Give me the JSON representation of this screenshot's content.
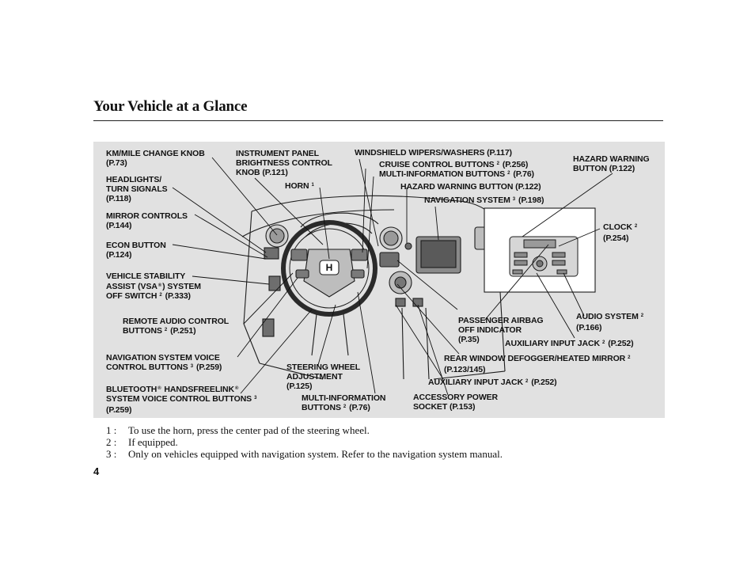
{
  "page": {
    "title": "Your Vehicle at a Glance",
    "number": "4"
  },
  "labels": {
    "km_mile_1": "KM/MILE CHANGE KNOB",
    "km_mile_2": "(P.73)",
    "headlights_1": "HEADLIGHTS/",
    "headlights_2": "TURN SIGNALS",
    "headlights_3": "(P.118)",
    "mirror_1": "MIRROR CONTROLS",
    "mirror_2": "(P.144)",
    "econ_1": "ECON BUTTON",
    "econ_2": "(P.124)",
    "vsa_1": "VEHICLE STABILITY",
    "vsa_2a": "ASSIST (VSA",
    "vsa_2reg": "®",
    "vsa_2b": ") SYSTEM",
    "vsa_3": "OFF SWITCH",
    "vsa_3sup": "2",
    "vsa_3b": "(P.333)",
    "instrument_1": "INSTRUMENT PANEL",
    "instrument_2": "BRIGHTNESS CONTROL",
    "instrument_3": "KNOB (P.121)",
    "horn": "HORN",
    "horn_sup": "1",
    "wipers": "WINDSHIELD WIPERS/WASHERS (P.117)",
    "cruise": "CRUISE CONTROL BUTTONS",
    "cruise_sup": "2",
    "cruise_ref": "(P.256)",
    "multi_info_top": "MULTI-INFORMATION BUTTONS",
    "multi_info_top_sup": "2",
    "multi_info_top_ref": "(P.76)",
    "hazard_center": "HAZARD WARNING BUTTON (P.122)",
    "navigation": "NAVIGATION SYSTEM",
    "navigation_sup": "3",
    "navigation_ref": "(P.198)",
    "hazard_right_1": "HAZARD WARNING",
    "hazard_right_2": "BUTTON (P.122)",
    "clock_1": "CLOCK",
    "clock_sup": "2",
    "clock_2": "(P.254)",
    "remote_audio_1": "REMOTE AUDIO CONTROL",
    "remote_audio_2": "BUTTONS",
    "remote_audio_sup": "2",
    "remote_audio_ref": "(P.251)",
    "nav_voice_1": "NAVIGATION SYSTEM VOICE",
    "nav_voice_2": "CONTROL BUTTONS",
    "nav_voice_sup": "3",
    "nav_voice_ref": "(P.259)",
    "bluetooth_1a": "BLUETOOTH",
    "bluetooth_reg1": "®",
    "bluetooth_1b": " HANDSFREELINK",
    "bluetooth_reg2": "®",
    "bluetooth_2": "SYSTEM VOICE CONTROL BUTTONS",
    "bluetooth_sup": "3",
    "bluetooth_3": "(P.259)",
    "steering_1": "STEERING WHEEL",
    "steering_2": "ADJUSTMENT",
    "steering_3": "(P.125)",
    "multi_info_bot_1": "MULTI-INFORMATION",
    "multi_info_bot_2": "BUTTONS",
    "multi_info_bot_sup": "2",
    "multi_info_bot_ref": "(P.76)",
    "accessory_1": "ACCESSORY POWER",
    "accessory_2": "SOCKET (P.153)",
    "airbag_1": "PASSENGER AIRBAG",
    "airbag_2": "OFF INDICATOR",
    "airbag_3": "(P.35)",
    "audio_1": "AUDIO SYSTEM",
    "audio_sup": "2",
    "audio_2": "(P.166)",
    "aux_right": "AUXILIARY INPUT JACK",
    "aux_right_sup": "2",
    "aux_right_ref": "(P.252)",
    "defogger_1": "REAR WINDOW DEFOGGER/HEATED MIRROR",
    "defogger_sup": "2",
    "defogger_2": "(P.123/145)",
    "aux_center": "AUXILIARY INPUT JACK",
    "aux_center_sup": "2",
    "aux_center_ref": "(P.252)"
  },
  "footnotes": [
    {
      "num": "1 :",
      "text": "To use the horn, press the center pad of the steering wheel."
    },
    {
      "num": "2 :",
      "text": "If equipped."
    },
    {
      "num": "3 :",
      "text": "Only on vehicles equipped with navigation system. Refer to the navigation system manual."
    }
  ]
}
